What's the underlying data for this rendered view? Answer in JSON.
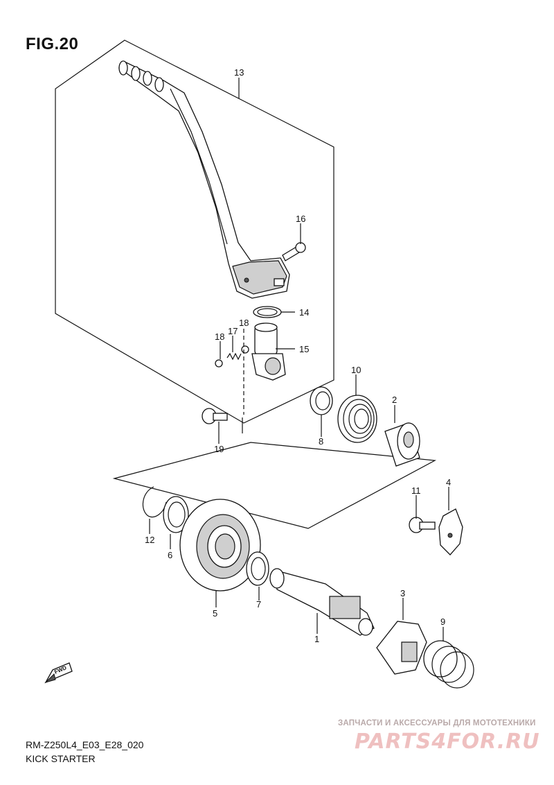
{
  "figure": {
    "title": "FIG.20",
    "code": "RM-Z250L4_E03_E28_020",
    "caption": "KICK STARTER"
  },
  "fwd_label": "FWD",
  "watermark": {
    "top_text": "ЗАПЧАСТИ И АКСЕССУАРЫ ДЛЯ МОТОТЕХНИКИ",
    "logo_text": "PARTS4FOR.RU"
  },
  "parts": {
    "p1": "1",
    "p2": "2",
    "p3": "3",
    "p4": "4",
    "p5": "5",
    "p6": "6",
    "p7": "7",
    "p8": "8",
    "p9": "9",
    "p10": "10",
    "p11": "11",
    "p12": "12",
    "p13": "13",
    "p14": "14",
    "p15": "15",
    "p16": "16",
    "p17": "17",
    "p18a": "18",
    "p18b": "18",
    "p19": "19"
  }
}
